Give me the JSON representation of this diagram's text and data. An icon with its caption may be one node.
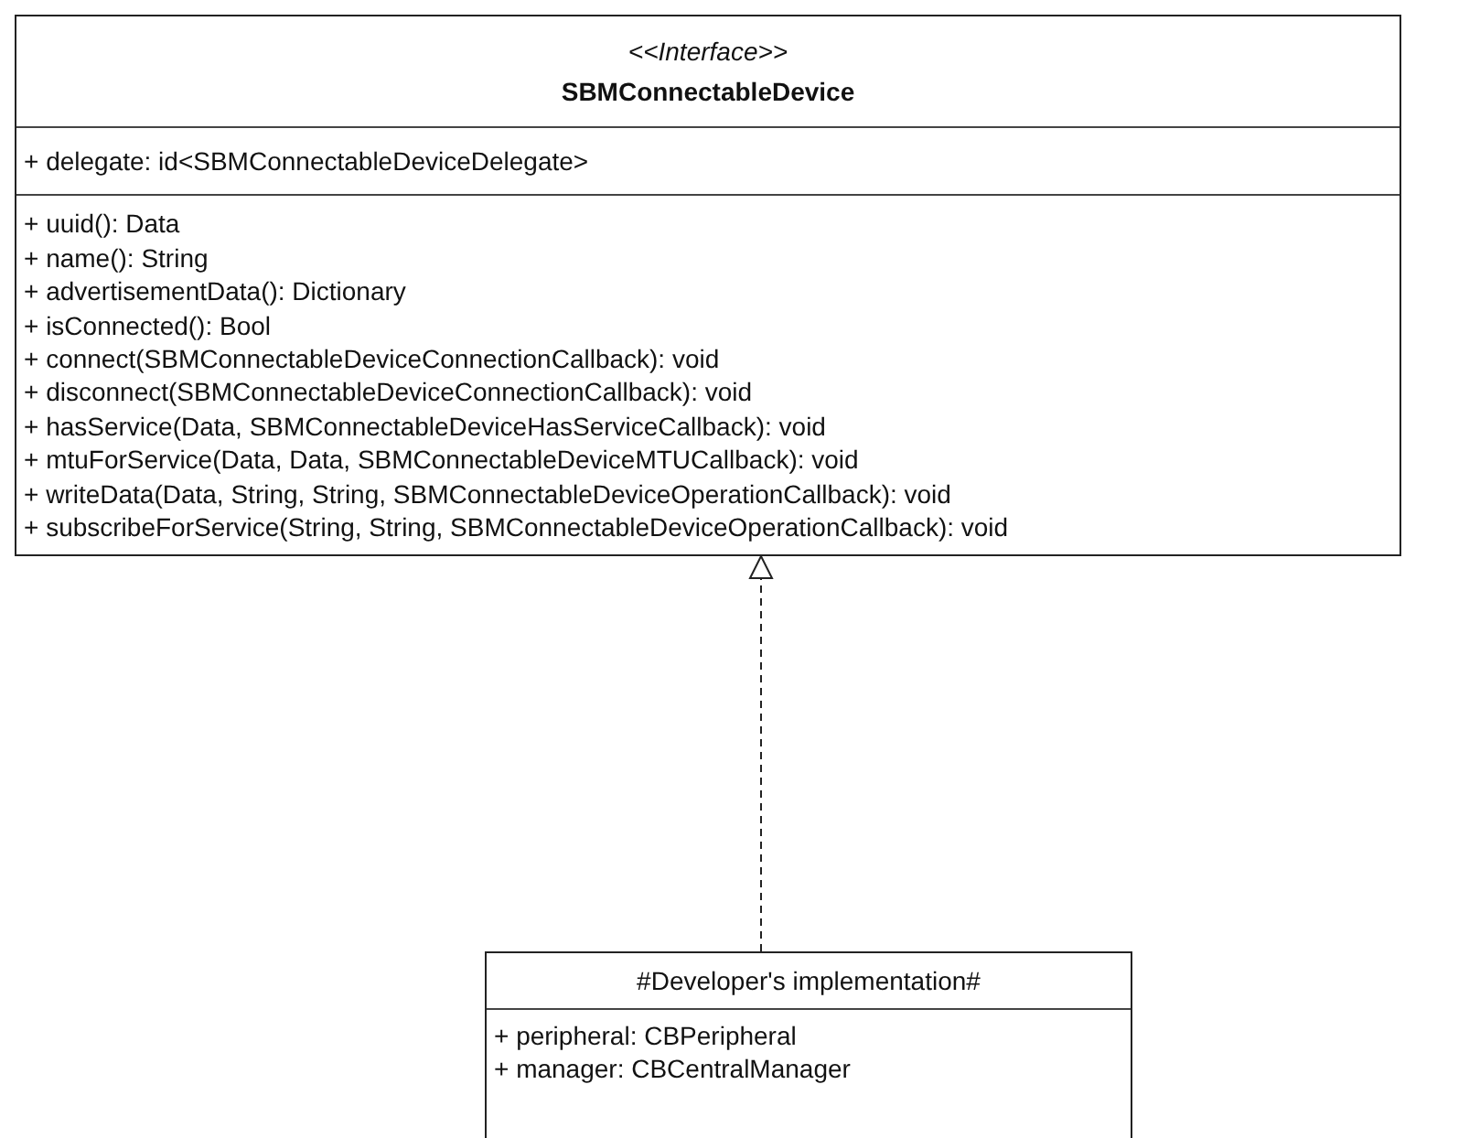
{
  "diagram": {
    "nodes": [
      {
        "text": [
          "<<Interface>>",
          "SBMConnectableDevice",
          "+ delegate: id<SBMConnectableDeviceDelegate>",
          "+ uuid(): Data",
          "+ name(): String",
          "+ advertisementData(): Dictionary",
          "+ isConnected(): Bool",
          "+ connect(SBMConnectableDeviceConnectionCallback): void",
          "+ disconnect(SBMConnectableDeviceConnectionCallback): void",
          "+ hasService(Data, SBMConnectableDeviceHasServiceCallback): void",
          "+ mtuForService(Data, Data, SBMConnectableDeviceMTUCallback): void",
          "+ writeData(Data, String, String, SBMConnectableDeviceOperationCallback): void",
          "+ subscribeForService(String, String, SBMConnectableDeviceOperationCallback): void"
        ]
      },
      {
        "text": [
          "#Developer's implementation#",
          "+ peripheral: CBPeripheral",
          "+ manager: CBCentralManager"
        ]
      }
    ],
    "edges": [
      {
        "from": 1,
        "to": 0,
        "arrow": "to",
        "style": "dashed"
      }
    ]
  }
}
